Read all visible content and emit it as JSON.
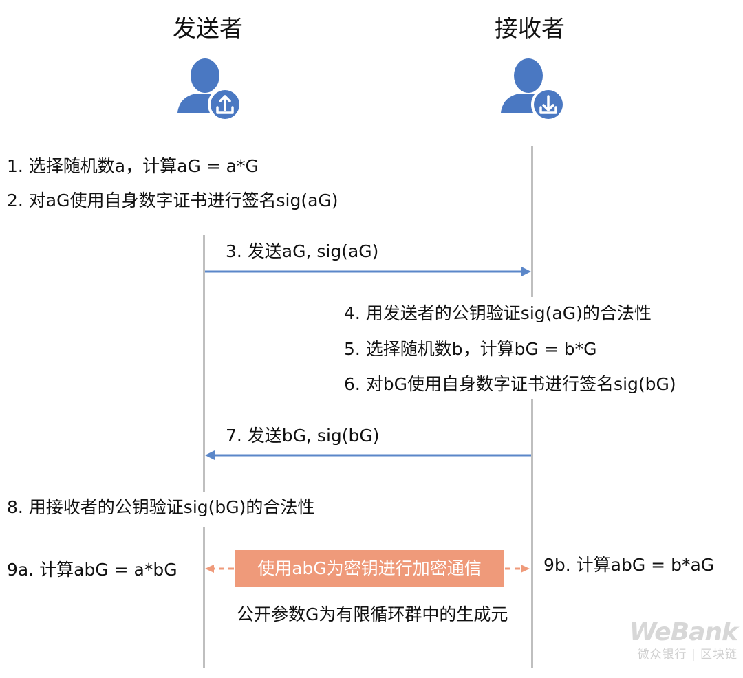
{
  "actors": {
    "sender": {
      "title": "发送者",
      "icon": "user-upload-icon"
    },
    "receiver": {
      "title": "接收者",
      "icon": "user-download-icon"
    }
  },
  "steps": {
    "s1": "1. 选择随机数a，计算aG = a*G",
    "s2": "2. 对aG使用自身数字证书进行签名sig(aG)",
    "s3": "3. 发送aG, sig(aG)",
    "s4": "4. 用发送者的公钥验证sig(aG)的合法性",
    "s5": "5. 选择随机数b，计算bG = b*G",
    "s6": "6. 对bG使用自身数字证书进行签名sig(bG)",
    "s7": "7. 发送bG, sig(bG)",
    "s8": "8. 用接收者的公钥验证sig(bG)的合法性",
    "s9a": "9a. 计算abG = a*bG",
    "s9b": "9b. 计算abG = b*aG"
  },
  "shared": {
    "box_label": "使用abG为密钥进行加密通信",
    "note": "公开参数G为有限循环群中的生成元"
  },
  "watermark": {
    "brand": "WeBank",
    "sub": "微众银行 | 区块链"
  },
  "colors": {
    "actor_blue": "#4a78c2",
    "arrow_blue": "#5b87c9",
    "accent_orange": "#ef9a7a",
    "lifeline_gray": "#bfbfbf"
  }
}
